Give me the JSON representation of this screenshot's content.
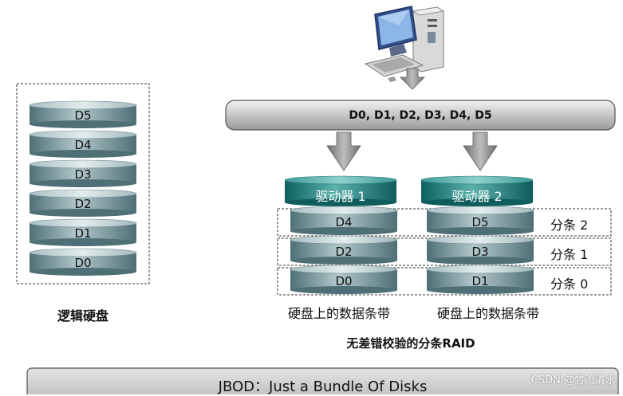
{
  "logical_disk": {
    "caption": "逻辑硬盘",
    "disks": [
      "D5",
      "D4",
      "D3",
      "D2",
      "D1",
      "D0"
    ]
  },
  "bus": {
    "label": "D0, D1, D2, D3, D4, D5"
  },
  "drives": [
    {
      "label": "驱动器 1",
      "disks": [
        "D4",
        "D2",
        "D0"
      ],
      "caption": "硬盘上的数据条带"
    },
    {
      "label": "驱动器 2",
      "disks": [
        "D5",
        "D3",
        "D1"
      ],
      "caption": "硬盘上的数据条带"
    }
  ],
  "stripes": [
    "分条 2",
    "分条 1",
    "分条 0"
  ],
  "subtitle": "无差错校验的分条RAID",
  "footer": {
    "label": "JBOD：Just a Bundle Of Disks"
  },
  "watermark": "CSDN @竹流清水",
  "colors": {
    "disk_body": "#7f9ea5",
    "disk_top": "#c7d7da",
    "drive_cap": "#2f8c8a",
    "bus_fill": "#d0d0d0",
    "arrow_fill": "#8a8a8a"
  }
}
